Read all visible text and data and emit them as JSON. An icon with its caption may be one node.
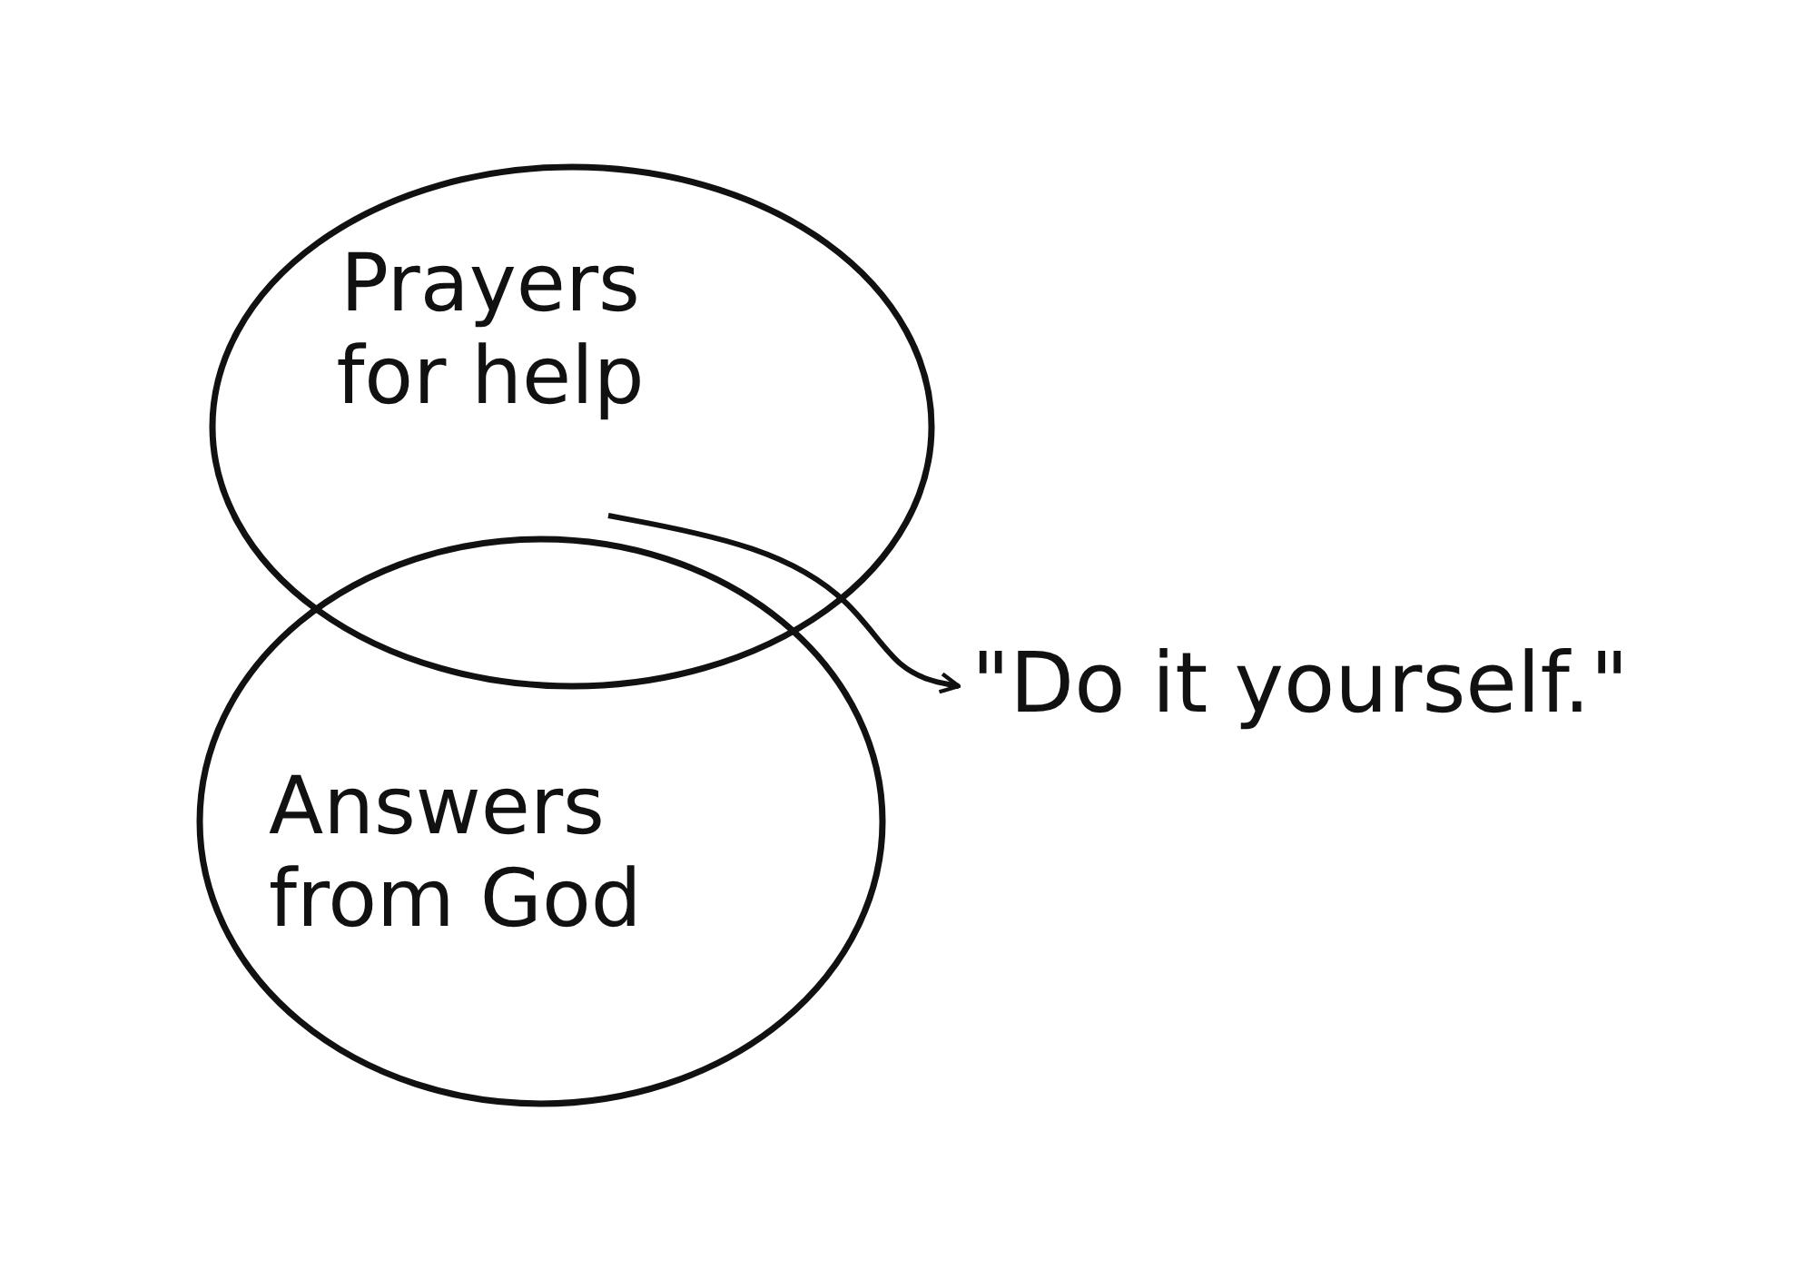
{
  "diagram": {
    "nodes": [
      {
        "text": [
          "Prayers for help"
        ]
      },
      {
        "text": [
          "Answers from God"
        ]
      },
      {
        "text": [
          "\"Do it yourself.\""
        ]
      }
    ],
    "edges": [
      {
        "from": 0,
        "to": 2,
        "arrow": "to"
      }
    ]
  }
}
